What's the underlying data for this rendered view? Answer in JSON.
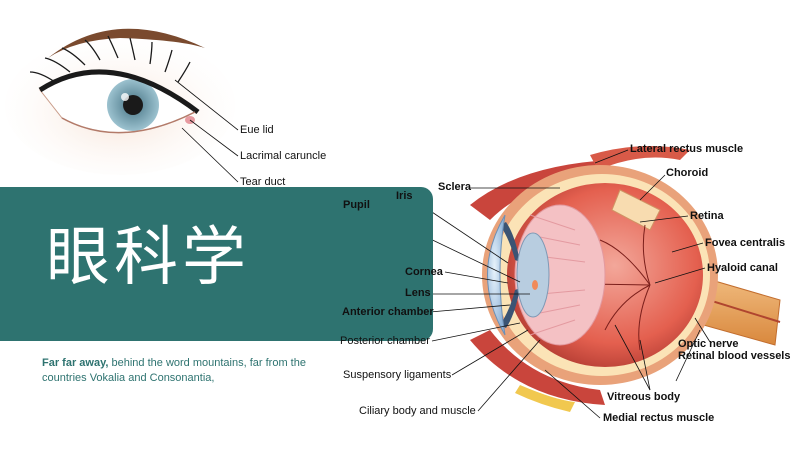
{
  "title": "眼科学",
  "description": {
    "lead": "Far far away,",
    "text": " behind the word mountains, far from the countries Vokalia and Consonantia,"
  },
  "external_eye_labels": [
    "Eue lid",
    "Lacrimal caruncle",
    "Tear duct"
  ],
  "anatomy_labels": {
    "sclera": "Sclera",
    "iris": "Iris",
    "pupil": "Pupil",
    "cornea": "Cornea",
    "lens": "Lens",
    "anterior_chamber": "Anterior chamber",
    "posterior_chamber": "Posterior chamber",
    "suspensory_ligaments": "Suspensory ligaments",
    "ciliary_body": "Ciliary body and muscle",
    "lateral_rectus": "Lateral rectus muscle",
    "choroid": "Choroid",
    "retina": "Retina",
    "fovea": "Fovea centralis",
    "hyaloid": "Hyaloid canal",
    "optic_nerve": "Optic nerve",
    "retinal_vessels": "Retinal blood vessels",
    "vitreous": "Vitreous body",
    "medial_rectus": "Medial rectus muscle"
  },
  "colors": {
    "banner": "#2e7370",
    "accent_text": "#2e7370"
  }
}
